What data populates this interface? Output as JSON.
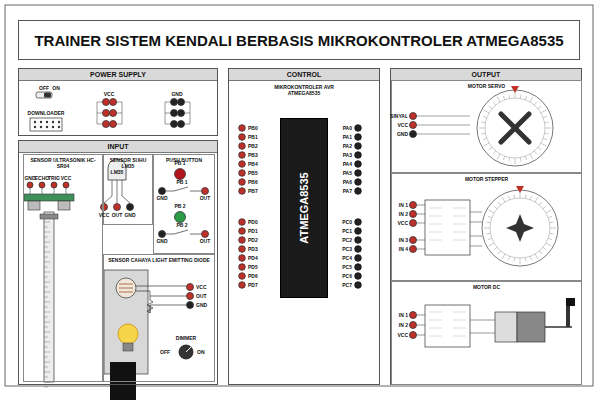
{
  "diagram": {
    "title": "TRAINER SISTEM KENDALI BERBASIS MIKROKONTROLER ATMEGA8535",
    "nodes": [
      {
        "text": [
          "POWER SUPPLY"
        ]
      },
      {
        "text": [
          "INPUT"
        ]
      },
      {
        "text": [
          "CONTROL"
        ]
      },
      {
        "text": [
          "OUTPUT"
        ]
      },
      {
        "text": [
          "SENSOR ULTRASONIK HC-SR04"
        ],
        "in": 1
      },
      {
        "text": [
          "SENSOR SUHU LM35"
        ],
        "in": 1
      },
      {
        "text": [
          "PUSH BUTTON"
        ],
        "in": 1
      },
      {
        "text": [
          "SENSOR CAHAYA LIGHT EMITTING DIODE"
        ],
        "in": 1
      },
      {
        "text": [
          "ATMEGA8535"
        ],
        "in": 2
      },
      {
        "text": [
          "MOTOR SERVO"
        ],
        "in": 3
      },
      {
        "text": [
          "MOTOR STEPPER"
        ],
        "in": 3
      },
      {
        "text": [
          "MOTOR DC"
        ],
        "in": 3
      }
    ],
    "labels": [
      "OFF",
      "ON",
      "DOWNLOADER",
      "VCC",
      "GND",
      "GND",
      "ECHO",
      "TRIG",
      "VCC",
      "LM35",
      "VCC",
      "OUT",
      "GND",
      "PB 1",
      "GND",
      "PB 1",
      "OUT",
      "PB 2",
      "GND",
      "PB 2",
      "OUT",
      "VCC",
      "OUT",
      "GND",
      "DIMMER",
      "OFF",
      "ON",
      "MIKROKONTROLER AVR ATMEGA8535",
      "PB0",
      "PB1",
      "PB2",
      "PB3",
      "PB4",
      "PB5",
      "PB6",
      "PB7",
      "PA0",
      "PA1",
      "PA2",
      "PA3",
      "PA4",
      "PA5",
      "PA6",
      "PA7",
      "PD0",
      "PD1",
      "PD2",
      "PD3",
      "PD4",
      "PD5",
      "PD6",
      "PD7",
      "PC0",
      "PC1",
      "PC2",
      "PC3",
      "PC4",
      "PC5",
      "PC6",
      "PC7",
      "SINYAL",
      "VCC",
      "GND",
      "IN 1",
      "IN 2",
      "VCC",
      "IN 3",
      "IN 4",
      "IN 1",
      "IN 2",
      "VCC"
    ]
  }
}
